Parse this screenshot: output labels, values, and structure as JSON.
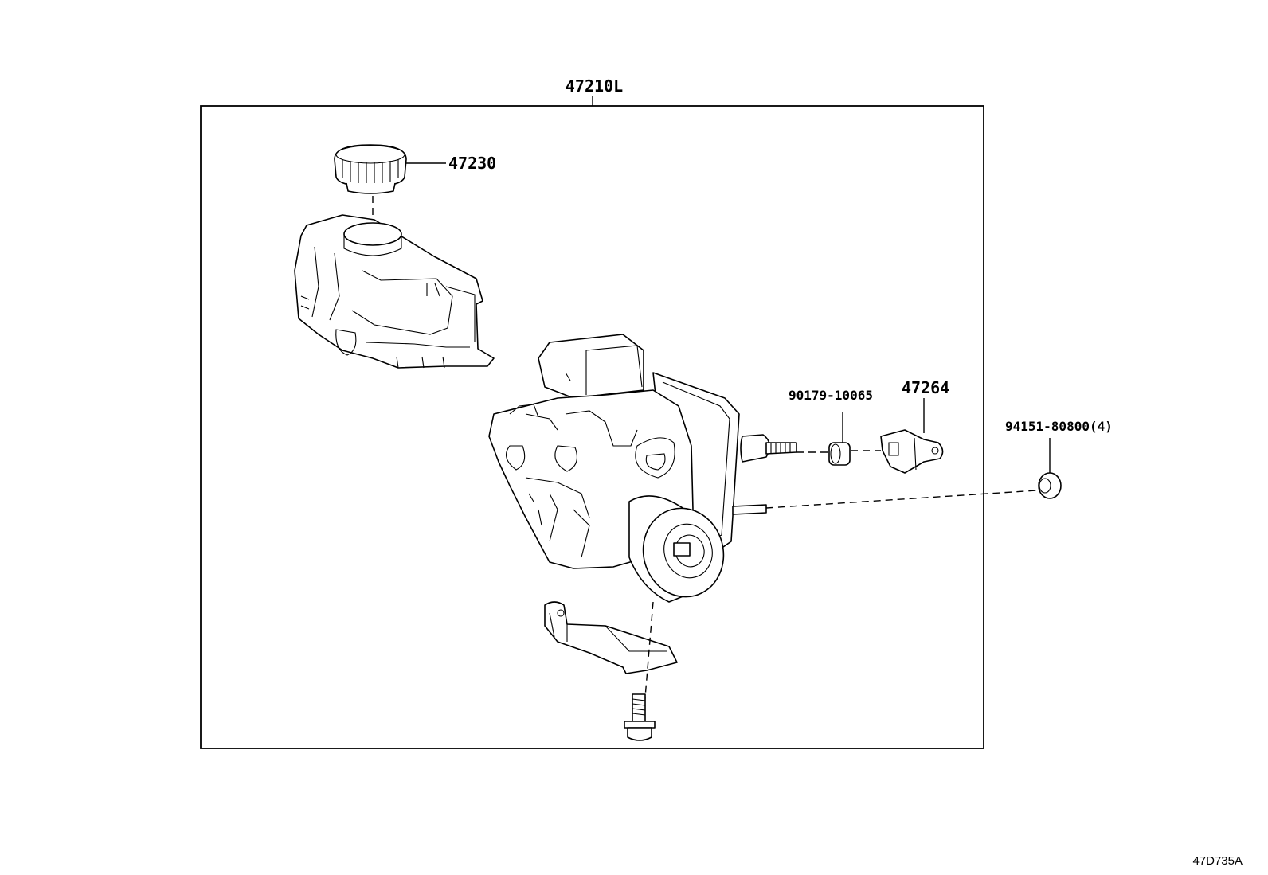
{
  "callouts": {
    "assembly": "47210L",
    "cap": "47230",
    "grommet": "90179-10065",
    "bracket_clip": "47264",
    "nut": "94151-80800(4)"
  },
  "figure_ref": "47D735A",
  "colors": {
    "line": "#000000",
    "background": "#ffffff"
  }
}
